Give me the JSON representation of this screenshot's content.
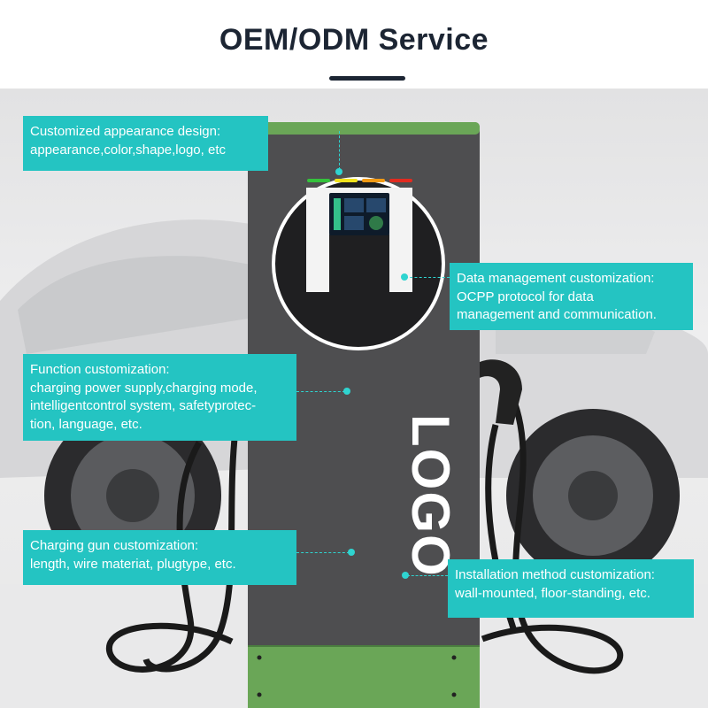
{
  "header": {
    "title": "OEM/ODM Service"
  },
  "product": {
    "logo_text": "LOGO",
    "led_colors": [
      "#35c23c",
      "#f2e21a",
      "#f29a14",
      "#e22b20"
    ],
    "body_color": "#4d4d4f",
    "accent_color": "#6aa657"
  },
  "colors": {
    "callout_bg": "#24c4c2",
    "title_color": "#1c2533"
  },
  "callouts": {
    "appearance": {
      "lines": [
        "Customized appearance design:",
        "appearance,color,shape,logo, etc"
      ]
    },
    "data": {
      "lines": [
        "Data management customization:",
        "OCPP protocol for data",
        "management and communication."
      ]
    },
    "function": {
      "lines": [
        "Function customization:",
        "charging power supply,charging mode,",
        "intelligentcontrol system, safetyprotec-",
        "tion, language, etc."
      ]
    },
    "gun": {
      "lines": [
        "Charging gun customization:",
        "length, wire materiat, plugtype, etc."
      ]
    },
    "install": {
      "lines": [
        "Installation method customization:",
        "wall-mounted, floor-standing, etc."
      ]
    }
  }
}
